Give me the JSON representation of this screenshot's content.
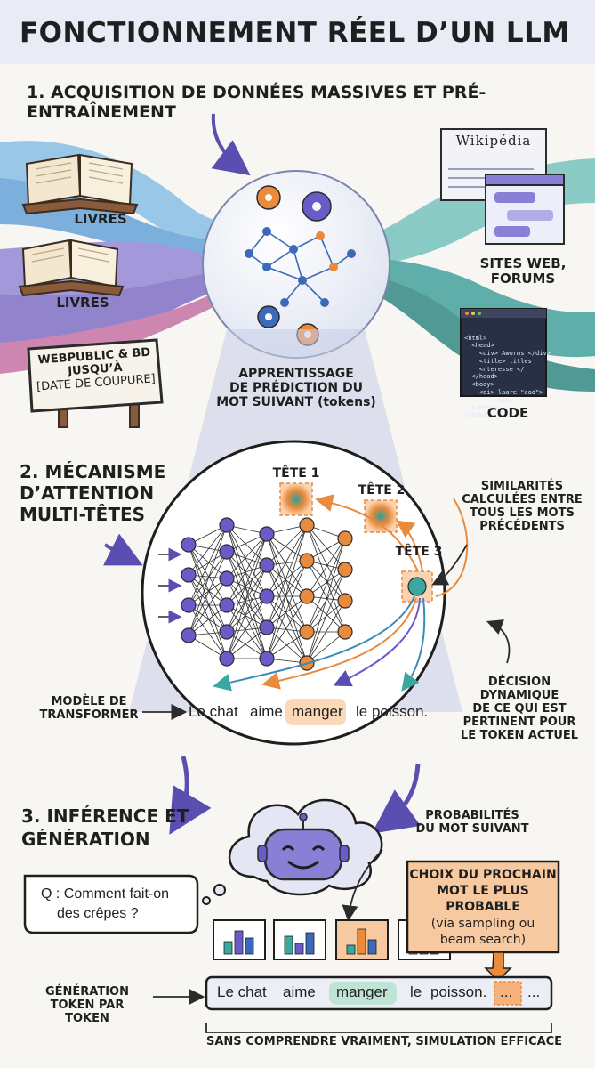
{
  "title": "FONCTIONNEMENT RÉEL D’UN LLM",
  "section1": {
    "heading": "1. ACQUISITION DE DONNÉES MASSIVES ET PRÉ-ENTRAÎNEMENT",
    "books_label_1": "LIVRES",
    "books_label_2": "LIVRES",
    "sign_lines": [
      "WEBPUBLIC & BD",
      "JUSQU’À",
      "[DATE DE COUPURE]"
    ],
    "wiki_title": "Wikipédia",
    "sites_label": [
      "SITES WEB,",
      "FORUMS"
    ],
    "code_label": "CODE",
    "code_lines": [
      "<html>",
      "  <head>",
      "    <div> Aworms </div>",
      "    <title> titles",
      "    <nteresse </",
      "  </head>",
      "  <body>",
      "    <di> laare \"cod\">",
      "      ...cour />",
      "  </body>",
      "</html>"
    ],
    "learning_label": [
      "APPRENTISSAGE",
      "DE PRÉDICTION DU",
      "MOT SUIVANT (tokens)"
    ]
  },
  "section2": {
    "heading": [
      "2. MÉCANISME",
      "D’ATTENTION",
      "MULTI-TÊTES"
    ],
    "heads": [
      "TÊTE 1",
      "TÊTE 2",
      "TÊTE 3"
    ],
    "similarities": [
      "SIMILARITÉS",
      "CALCULÉES ENTRE",
      "TOUS LES MOTS",
      "PRÉCÉDENTS"
    ],
    "decision": [
      "DÉCISION DYNAMIQUE",
      "DE CE QUI EST",
      "PERTINENT POUR",
      "LE TOKEN ACTUEL"
    ],
    "transformer": [
      "MODÈLE DE",
      "TRANSFORMER"
    ],
    "sentence": [
      "Le chat",
      "aime",
      "manger",
      "le poisson."
    ]
  },
  "section3": {
    "heading": [
      "3. INFÉRENCE ET",
      "GÉNÉRATION"
    ],
    "question": [
      "Q : Comment fait-on",
      "des crêpes ?"
    ],
    "probabilities": [
      "PROBABILITÉS",
      "DU MOT SUIVANT"
    ],
    "choice": [
      "CHOIX DU PROCHAIN",
      "MOT LE PLUS PROBABLE",
      "(via sampling ou",
      "beam search)"
    ],
    "generation": [
      "GÉNÉRATION",
      "TOKEN PAR TOKEN"
    ],
    "tokens": [
      "Le chat",
      "aime",
      "manger",
      "le",
      "poisson.",
      "...",
      "..."
    ],
    "footer": "SANS COMPRENDRE VRAIMENT, SIMULATION EFFICACE"
  },
  "colors": {
    "orange": "#e98a3c",
    "purple": "#6a5cc8",
    "teal": "#3aa7a0",
    "navy": "#2d3a5c",
    "lavender": "#c9cde8"
  }
}
